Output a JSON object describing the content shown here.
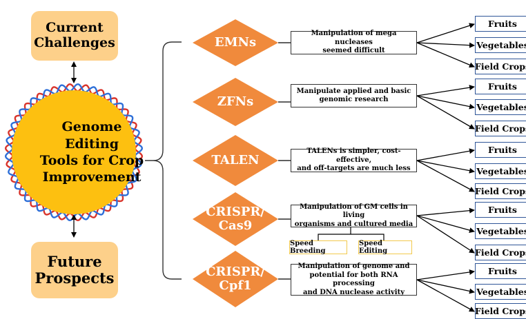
{
  "center": {
    "lines": [
      "Genome",
      "Editing",
      "Tools for Crop",
      "Improvement"
    ]
  },
  "challenges": {
    "lines": [
      "Current",
      "Challenges"
    ]
  },
  "prospects": {
    "lines": [
      "Future",
      "Prospects"
    ]
  },
  "tools": [
    {
      "label_lines": [
        "EMNs"
      ],
      "desc_lines": [
        "Manipulation of mega nucleases",
        "seemed difficult"
      ]
    },
    {
      "label_lines": [
        "ZFNs"
      ],
      "desc_lines": [
        "Manipulate applied and basic",
        "genomic research"
      ]
    },
    {
      "label_lines": [
        "TALEN"
      ],
      "desc_lines": [
        "TALENs is simpler, cost-effective,",
        "and off-targets are much less"
      ]
    },
    {
      "label_lines": [
        "CRISPR/",
        "Cas9"
      ],
      "desc_lines": [
        "Manipulation of GM cells in living",
        "organisms and cultured media"
      ],
      "subs": [
        "Speed Breeding",
        "Speed Editing"
      ]
    },
    {
      "label_lines": [
        "CRISPR/",
        "Cpf1"
      ],
      "desc_lines": [
        "Manipulation of genome and",
        "potential for both RNA processing",
        "and DNA nuclease activity"
      ]
    }
  ],
  "crops": [
    "Fruits",
    "Vegetables",
    "Field Crops"
  ],
  "colors": {
    "diamond": "#f08a3c",
    "side_box": "#fdd08a",
    "center_fill": "#fdc010",
    "wave_red": "#d9342b",
    "wave_blue": "#2e6fd8",
    "crop_border": "#2e5597",
    "speed_border": "#f2c94c"
  }
}
